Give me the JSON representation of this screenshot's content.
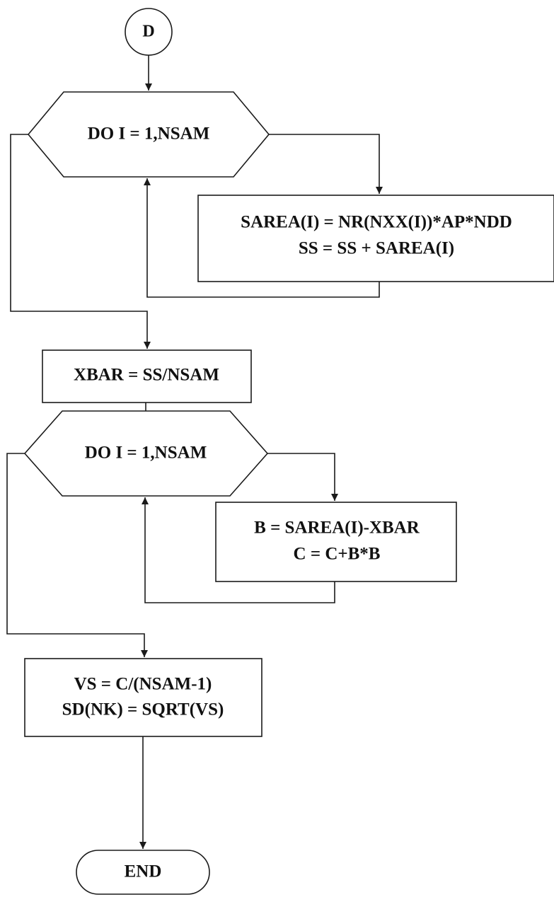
{
  "flowchart": {
    "connector_label": "D",
    "loop1": {
      "header": "DO I = 1,NSAM",
      "body_line1": "SAREA(I) = NR(NXX(I))*AP*NDD",
      "body_line2": "SS = SS + SAREA(I)"
    },
    "xbar": "XBAR = SS/NSAM",
    "loop2": {
      "header": "DO I = 1,NSAM",
      "body_line1": "B = SAREA(I)-XBAR",
      "body_line2": "C = C+B*B"
    },
    "final": {
      "line1": "VS = C/(NSAM-1)",
      "line2": "SD(NK) = SQRT(VS)"
    },
    "terminal": "END"
  }
}
